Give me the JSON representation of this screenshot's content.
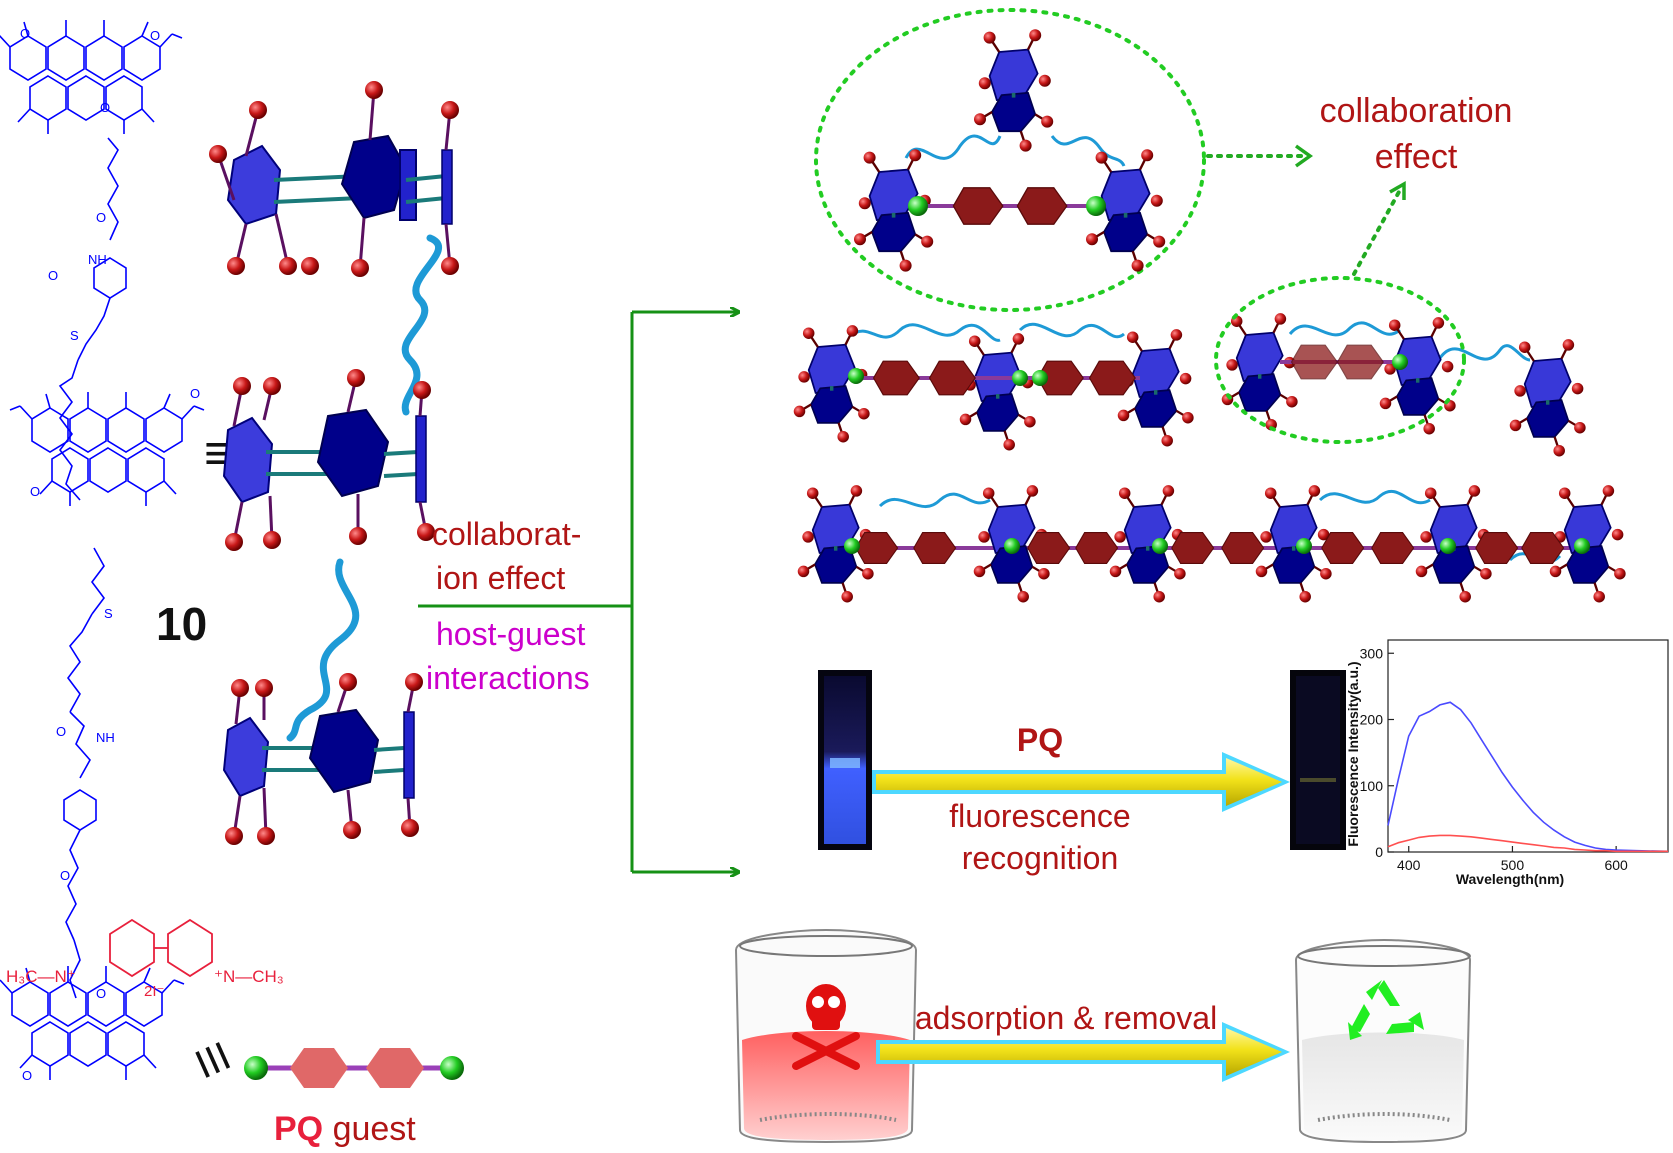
{
  "compound_number": "10",
  "equivalence_symbol": "≡",
  "equivalence_symbol_2": "III",
  "center_label": {
    "line1": "collaborat-",
    "line2": "ion effect",
    "line3": "host-guest",
    "line4": "interactions"
  },
  "top_right_label": {
    "line1": "collaboration",
    "line2": "effect"
  },
  "fluorescence": {
    "arrow_label": "PQ",
    "line1": "fluorescence",
    "line2": "recognition"
  },
  "adsorption": {
    "label": "adsorption & removal"
  },
  "guest": {
    "bold": "PQ",
    "rest": "guest",
    "formula_left": "H₃C—N⁺",
    "formula_right": "⁺N—CH₃",
    "counter_ion": "2I⁻"
  },
  "structure_labels": {
    "nh": "NH",
    "o": "O",
    "s": "S",
    "methoxy": "O"
  },
  "chart_data": {
    "type": "line",
    "xlabel": "Wavelength(nm)",
    "ylabel": "Fluorescence Intensity(a.u.)",
    "xlim": [
      380,
      650
    ],
    "ylim": [
      0,
      320
    ],
    "xticks": [
      400,
      500,
      600
    ],
    "yticks": [
      0,
      100,
      200,
      300
    ],
    "series": [
      {
        "color": "#4a4aff",
        "x": [
          380,
          390,
          400,
          410,
          420,
          430,
          440,
          450,
          460,
          470,
          480,
          490,
          500,
          510,
          520,
          530,
          540,
          550,
          560,
          570,
          580,
          590,
          600,
          620,
          650
        ],
        "y": [
          40,
          110,
          175,
          205,
          212,
          222,
          226,
          215,
          195,
          170,
          145,
          120,
          98,
          78,
          60,
          45,
          33,
          23,
          15,
          10,
          6,
          4,
          3,
          2,
          1
        ]
      },
      {
        "color": "#ff5050",
        "x": [
          380,
          390,
          400,
          410,
          420,
          430,
          440,
          450,
          460,
          470,
          480,
          490,
          500,
          510,
          520,
          530,
          540,
          550,
          560,
          570,
          580,
          590,
          600,
          620,
          650
        ],
        "y": [
          8,
          14,
          18,
          22,
          24,
          25,
          25,
          24,
          23,
          21,
          19,
          17,
          15,
          13,
          11,
          9,
          7,
          6,
          4,
          3,
          2,
          2,
          1,
          1,
          1
        ]
      }
    ]
  },
  "colors": {
    "host": "#0000ff",
    "guest_red": "#e8203c",
    "arrow_green": "#169116",
    "label_red": "#b01515",
    "label_magenta": "#cc00cc",
    "hexagon_blue": "#3333cc",
    "hexagon_navy": "#000080",
    "hexagon_maroon": "#8b1a1a",
    "bead_red": "#c81818",
    "bead_green": "#22cc22",
    "linker_blue": "#1e9ad6"
  }
}
